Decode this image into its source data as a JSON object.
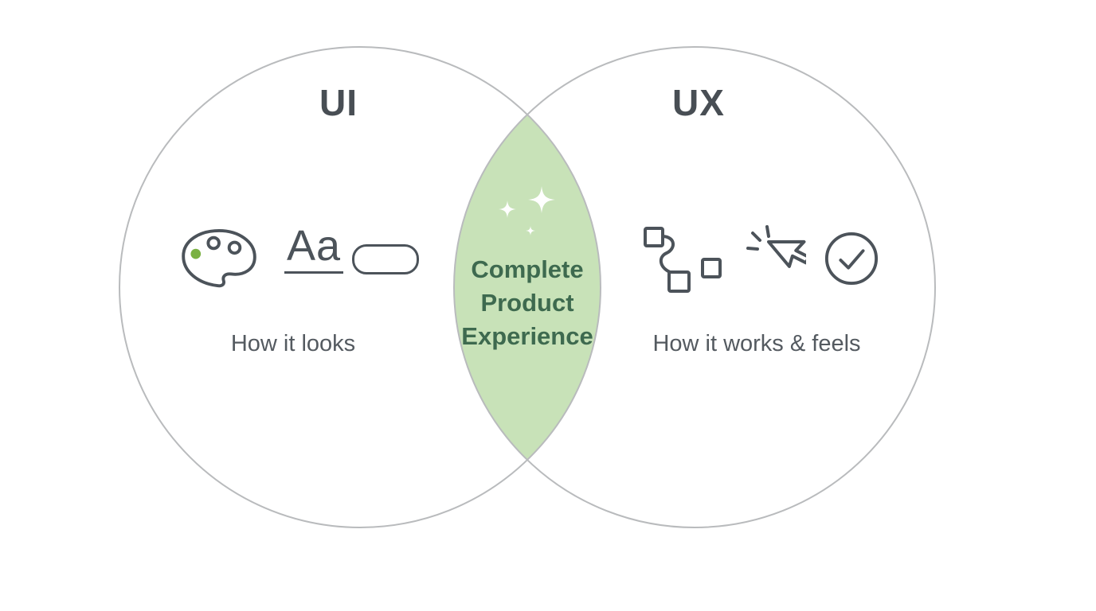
{
  "diagram": {
    "title": "UI vs UX venn diagram",
    "left": {
      "title": "UI",
      "caption": "How it looks",
      "icons": [
        "palette-icon",
        "typography-icon",
        "button-icon"
      ],
      "typography_glyph": "Aa"
    },
    "right": {
      "title": "UX",
      "caption": "How it works & feels",
      "icons": [
        "flow-icon",
        "cursor-click-icon",
        "check-circle-icon"
      ]
    },
    "intersection": {
      "label": "Complete Product Experience",
      "label_lines": [
        "Complete",
        "Product",
        "Experience"
      ],
      "decor": "sparkles-icon"
    },
    "colors": {
      "circle_stroke": "#b9bbbd",
      "intersection_fill": "#c8e2b8",
      "intersection_text": "#3e6a4f",
      "title_text": "#484e54",
      "caption_text": "#545a60",
      "icon_stroke": "#4c535a",
      "palette_dot_green": "#7ab142",
      "sparkle": "#ffffff"
    }
  }
}
